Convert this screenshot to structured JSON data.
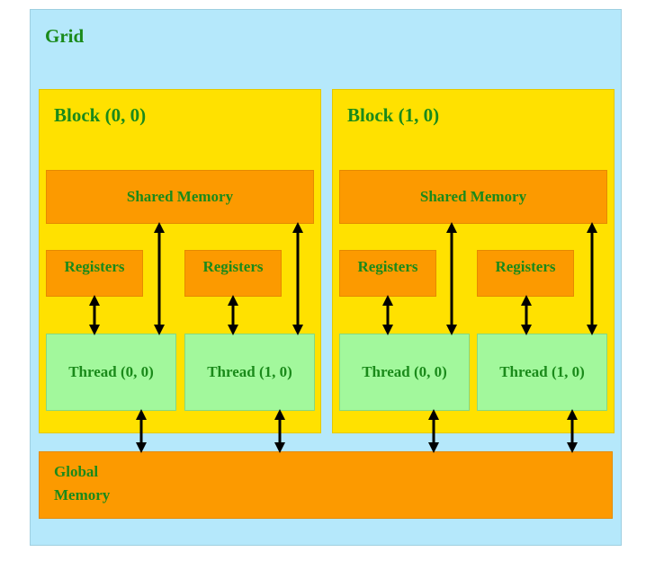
{
  "grid": {
    "label": "Grid"
  },
  "blocks": [
    {
      "label": "Block (0, 0)",
      "shared_memory": "Shared Memory",
      "registers": [
        "Registers",
        "Registers"
      ],
      "threads": [
        "Thread (0, 0)",
        "Thread (1, 0)"
      ]
    },
    {
      "label": "Block (1, 0)",
      "shared_memory": "Shared Memory",
      "registers": [
        "Registers",
        "Registers"
      ],
      "threads": [
        "Thread (0, 0)",
        "Thread (1, 0)"
      ]
    }
  ],
  "global_memory": {
    "line1": "Global",
    "line2": "Memory"
  },
  "colors": {
    "grid": "#b5e8fb",
    "block": "#ffe100",
    "memory": "#fc9a00",
    "thread": "#a2f89c",
    "text": "#1a8a1a"
  }
}
